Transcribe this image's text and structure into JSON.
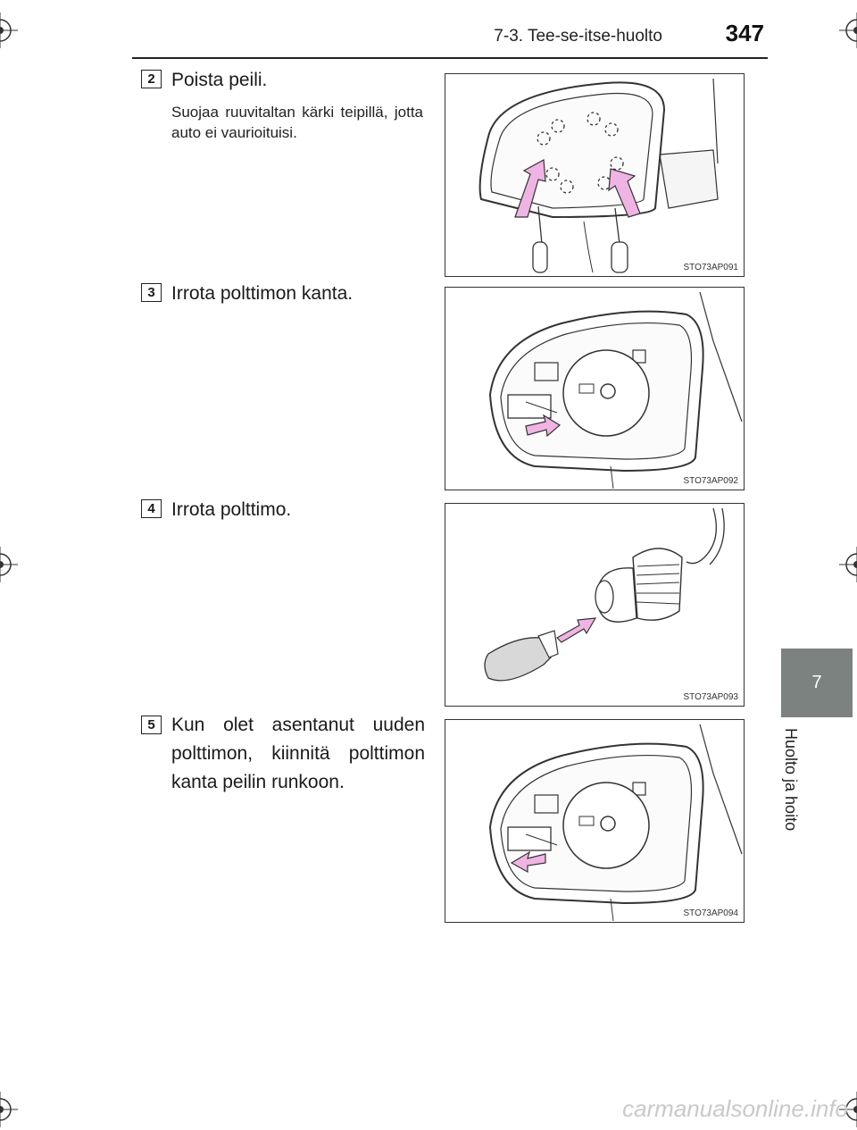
{
  "header": {
    "section": "7-3. Tee-se-itse-huolto",
    "page_number": "347"
  },
  "chapter_tab": {
    "number": "7",
    "title": "Huolto ja hoito"
  },
  "steps": [
    {
      "number": "2",
      "title": "Poista peili.",
      "note": "Suojaa ruuvitaltan kärki teipillä, jotta auto ei vaurioituisi.",
      "figure_code": "STO73AP091"
    },
    {
      "number": "3",
      "title": "Irrota polttimon kanta.",
      "figure_code": "STO73AP092"
    },
    {
      "number": "4",
      "title": "Irrota polttimo.",
      "figure_code": "STO73AP093"
    },
    {
      "number": "5",
      "title": "Kun olet asentanut uuden polttimon, kiinnitä polttimon kanta peilin runkoon.",
      "figure_code": "STO73AP094"
    }
  ],
  "footer": {
    "watermark": "carmanualsonline.info"
  },
  "colors": {
    "tab": "#7b827f",
    "arrow": "#f0b4e4",
    "line": "#333333"
  }
}
